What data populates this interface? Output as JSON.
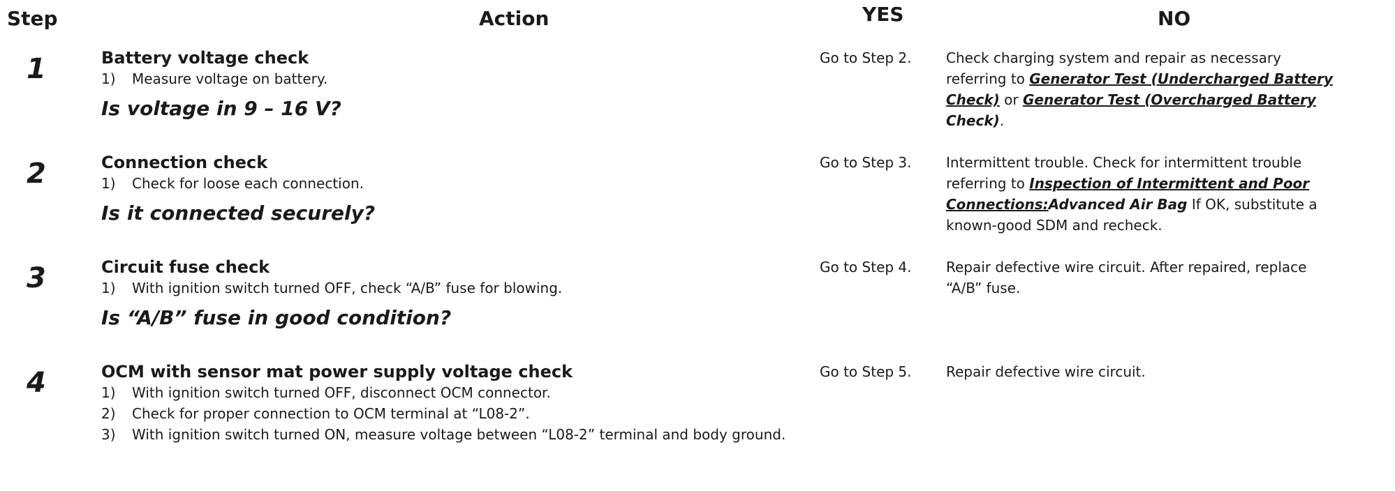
{
  "headers": {
    "step": "Step",
    "action": "Action",
    "yes": "YES",
    "no": "NO"
  },
  "steps": [
    {
      "number": "1",
      "title": "Battery voltage check",
      "subs": [
        {
          "num": "1)",
          "text": "Measure voltage on battery."
        }
      ],
      "question": "Is voltage in 9 – 16 V?",
      "yes": "Go to Step 2.",
      "no": {
        "l1": "Check charging system and repair as necessary",
        "l2a": "referring to ",
        "ref1a": "Generator Test (Undercharged Battery",
        "ref1b": "Check)",
        "or": " or ",
        "ref2a": "Generator Test (Overcharged Battery",
        "ref2b": "Check)",
        "end": "."
      }
    },
    {
      "number": "2",
      "title": "Connection check",
      "subs": [
        {
          "num": "1)",
          "text": "Check for loose each connection."
        }
      ],
      "question": "Is it connected securely?",
      "yes": "Go to Step 3.",
      "no": {
        "l1": "Intermittent trouble. Check for intermittent trouble",
        "l2a": "referring to ",
        "ref1a": "Inspection of Intermittent and Poor",
        "ref1b": "Connections:",
        "ref1c": "Advanced Air Bag",
        "l3tail": " If OK, substitute a",
        "l4": "known-good SDM and recheck."
      }
    },
    {
      "number": "3",
      "title": "Circuit fuse check",
      "subs": [
        {
          "num": "1)",
          "text": "With ignition switch turned OFF, check “A/B” fuse for blowing."
        }
      ],
      "question": "Is “A/B” fuse in good condition?",
      "yes": "Go to Step 4.",
      "no": {
        "l1": "Repair defective wire circuit. After repaired, replace",
        "l2": "“A/B” fuse."
      }
    },
    {
      "number": "4",
      "title": "OCM with sensor mat power supply voltage check",
      "subs": [
        {
          "num": "1)",
          "text": "With ignition switch turned OFF, disconnect OCM connector."
        },
        {
          "num": "2)",
          "text": "Check for proper connection to OCM terminal at “L08-2”."
        },
        {
          "num": "3)",
          "text": "With ignition switch turned ON, measure voltage between “L08-2” terminal and body ground."
        }
      ],
      "yes": "Go to Step 5.",
      "no": {
        "l1": "Repair defective wire circuit."
      }
    }
  ]
}
